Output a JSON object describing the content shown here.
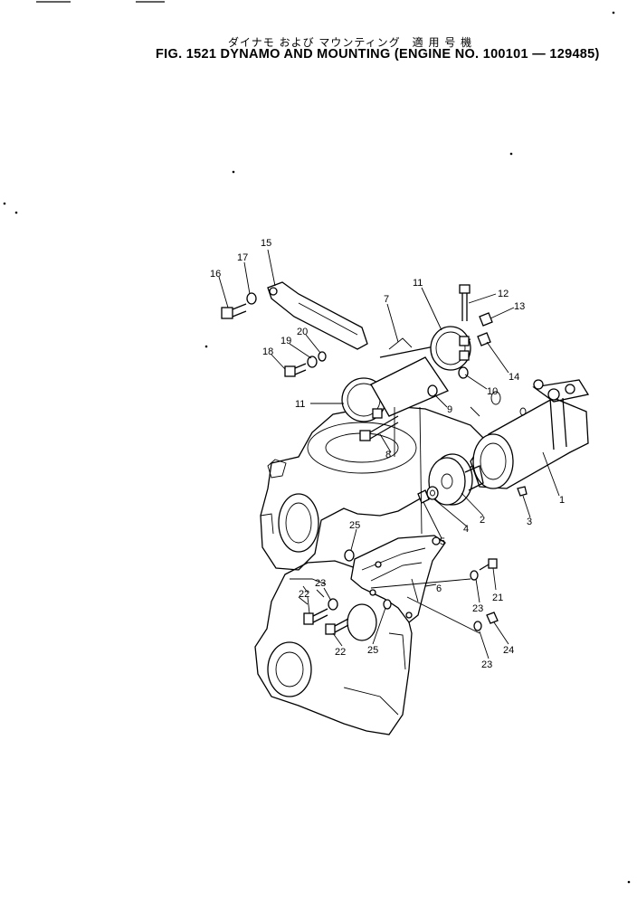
{
  "title_jp": "ダイナモ および マウンティング　適 用 号 機",
  "title_en": "FIG. 1521  DYNAMO AND MOUNTING (ENGINE NO. 100101 — 129485)",
  "callouts": [
    {
      "id": "c1",
      "text": "1"
    },
    {
      "id": "c2",
      "text": "2"
    },
    {
      "id": "c3",
      "text": "3"
    },
    {
      "id": "c4",
      "text": "4"
    },
    {
      "id": "c5",
      "text": "5"
    },
    {
      "id": "c6",
      "text": "6"
    },
    {
      "id": "c7",
      "text": "7"
    },
    {
      "id": "c8",
      "text": "8"
    },
    {
      "id": "c9",
      "text": "9"
    },
    {
      "id": "c10",
      "text": "10"
    },
    {
      "id": "c11a",
      "text": "11"
    },
    {
      "id": "c11b",
      "text": "11"
    },
    {
      "id": "c12",
      "text": "12"
    },
    {
      "id": "c13",
      "text": "13"
    },
    {
      "id": "c14",
      "text": "14"
    },
    {
      "id": "c15",
      "text": "15"
    },
    {
      "id": "c16",
      "text": "16"
    },
    {
      "id": "c17",
      "text": "17"
    },
    {
      "id": "c18",
      "text": "18"
    },
    {
      "id": "c19",
      "text": "19"
    },
    {
      "id": "c20",
      "text": "20"
    },
    {
      "id": "c21",
      "text": "21"
    },
    {
      "id": "c22a",
      "text": "22"
    },
    {
      "id": "c22b",
      "text": "22"
    },
    {
      "id": "c23a",
      "text": "23"
    },
    {
      "id": "c23b",
      "text": "23"
    },
    {
      "id": "c23c",
      "text": "23"
    },
    {
      "id": "c24",
      "text": "24"
    },
    {
      "id": "c25a",
      "text": "25"
    },
    {
      "id": "c25b",
      "text": "25"
    }
  ]
}
